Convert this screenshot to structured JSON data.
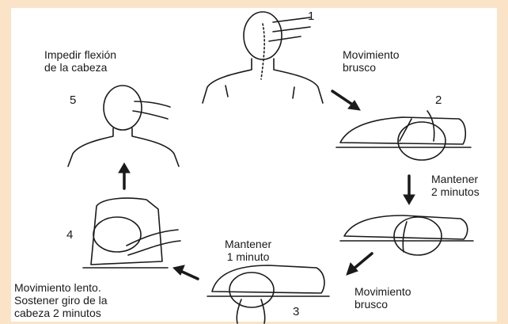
{
  "diagram": {
    "steps": [
      {
        "number": "1"
      },
      {
        "number": "2"
      },
      {
        "number": "3"
      },
      {
        "number": "4"
      },
      {
        "number": "5"
      }
    ],
    "labels": {
      "top_right_line1": "Movimiento",
      "top_right_line2": "brusco",
      "right_line1": "Mantener",
      "right_line2": "2 minutos",
      "bottom_right_line1": "Movimiento",
      "bottom_right_line2": "brusco",
      "bottom_center_line1": "Mantener",
      "bottom_center_line2": "1 minuto",
      "bottom_left_line1": "Movimiento lento.",
      "bottom_left_line2": "Sostener giro de la",
      "bottom_left_line3": "cabeza 2 minutos",
      "top_left_line1": "Impedir flexión",
      "top_left_line2": "de la cabeza"
    },
    "colors": {
      "border": "#fbe3c8",
      "ink": "#1a1a1a"
    }
  }
}
